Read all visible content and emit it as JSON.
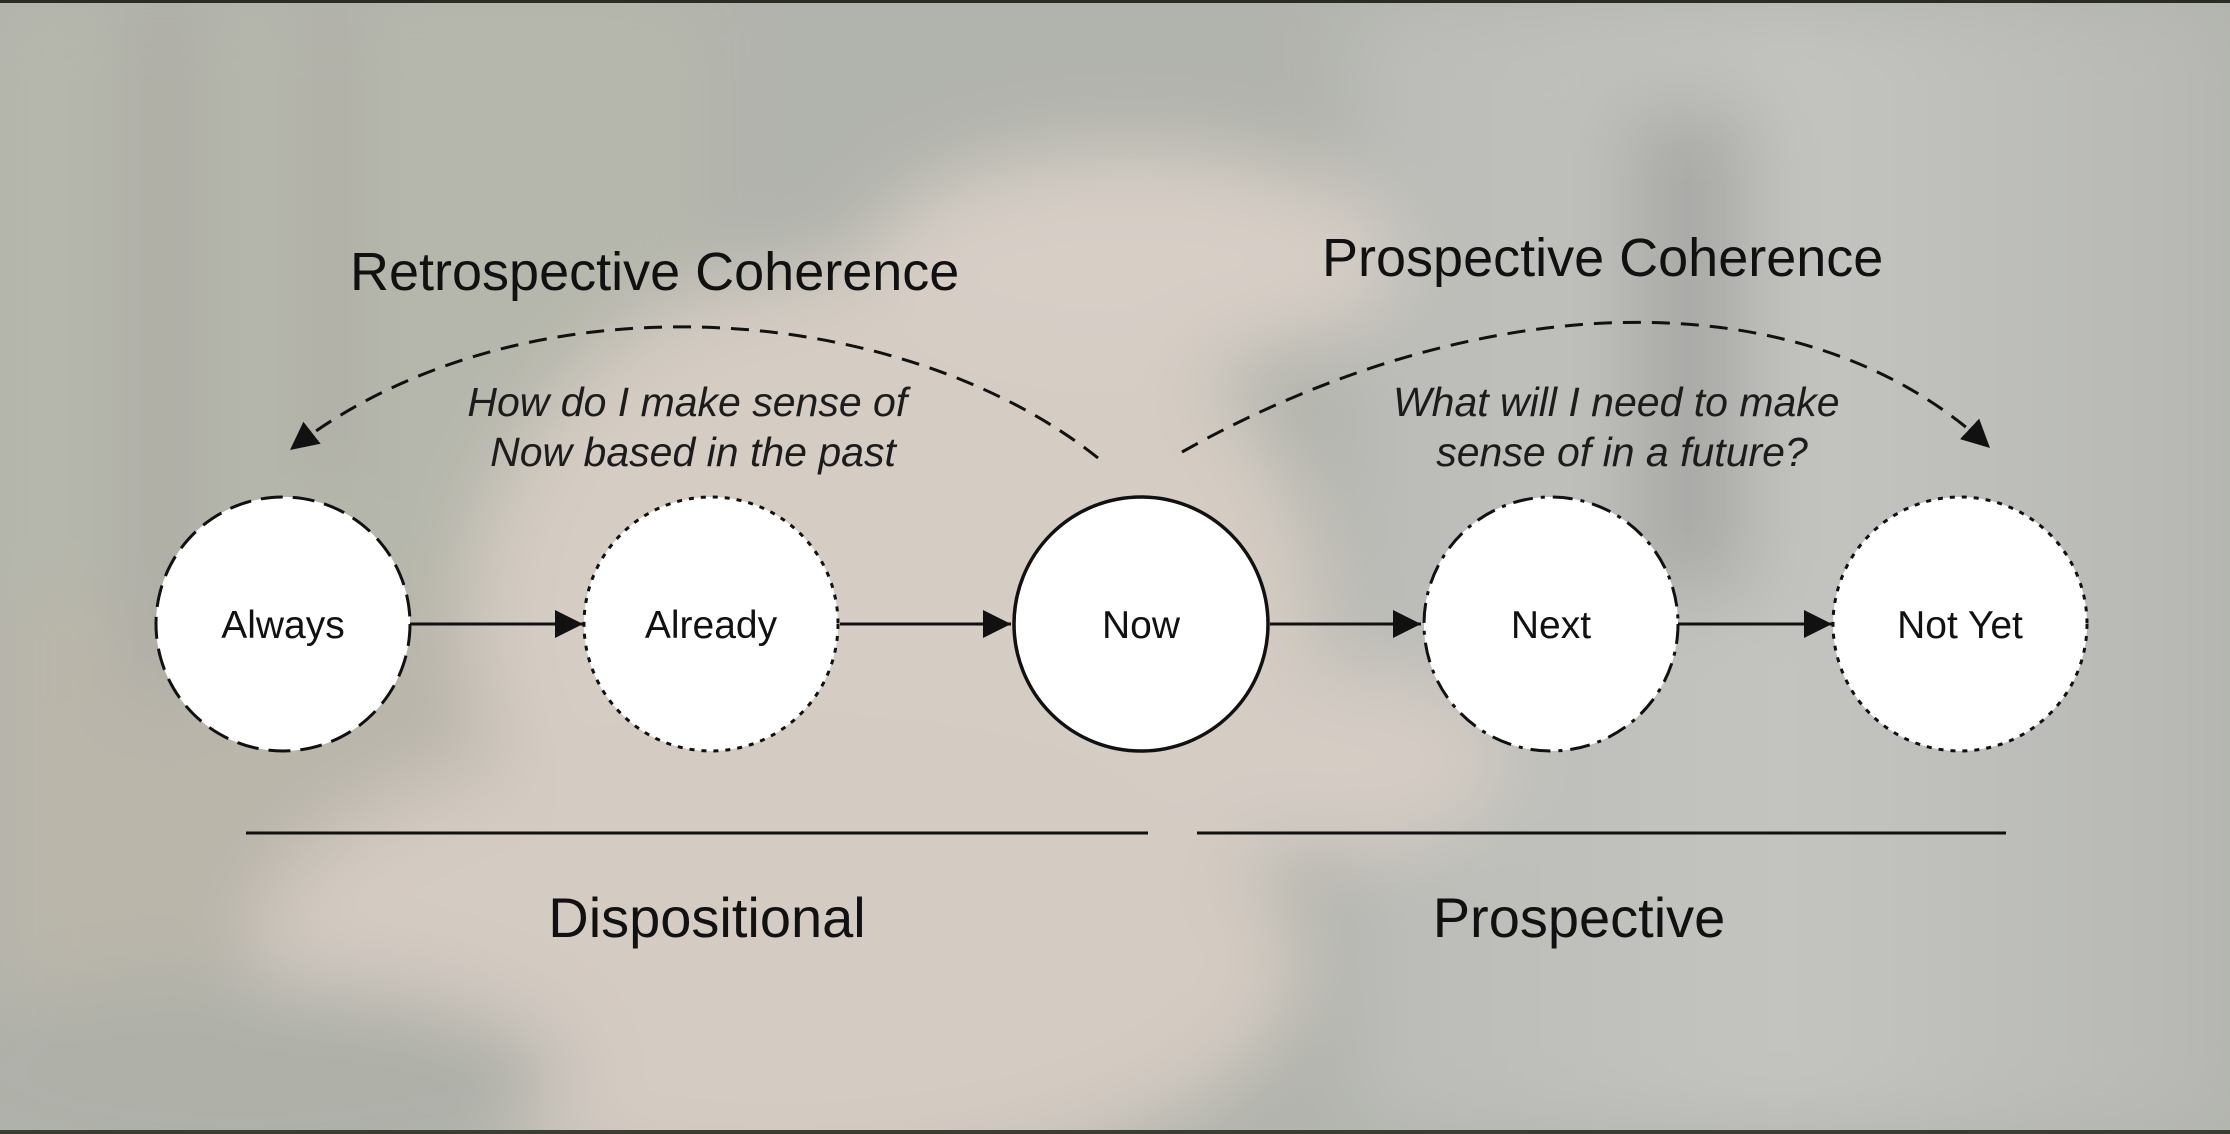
{
  "diagram": {
    "headings": {
      "retrospective": "Retrospective Coherence",
      "prospective": "Prospective Coherence"
    },
    "questions": {
      "retrospective": [
        "How do I make sense of",
        "Now based in the past"
      ],
      "prospective": [
        "What will I need to make",
        "sense of in a future?"
      ]
    },
    "nodes": [
      {
        "label": "Always",
        "border": "dashed"
      },
      {
        "label": "Already",
        "border": "dotted"
      },
      {
        "label": "Now",
        "border": "solid"
      },
      {
        "label": "Next",
        "border": "dashdot"
      },
      {
        "label": "Not Yet",
        "border": "dotted"
      }
    ],
    "sections": {
      "left": "Dispositional",
      "right": "Prospective"
    }
  },
  "colors": {
    "overlay": "#d9d9d7",
    "node_fill": "#ffffff",
    "stroke": "#111111"
  }
}
